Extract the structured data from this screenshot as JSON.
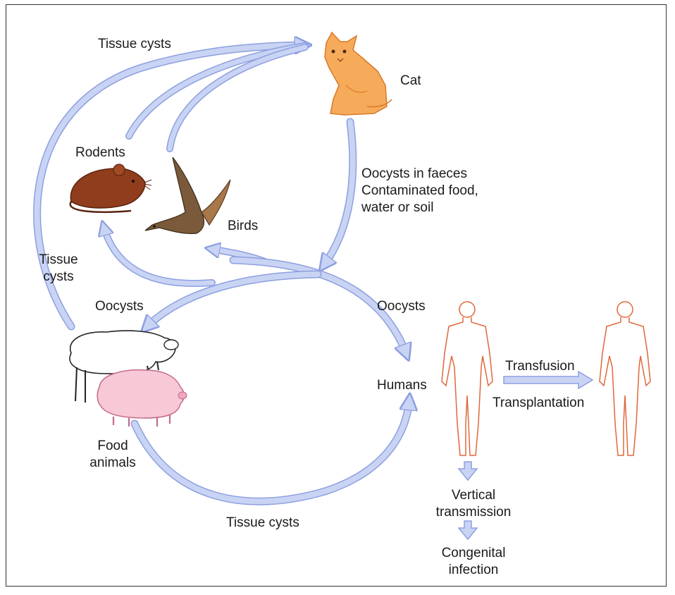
{
  "diagram": {
    "nodes": {
      "cat": "Cat",
      "rodents": "Rodents",
      "birds": "Birds",
      "humans": "Humans",
      "food_animals": [
        "Food",
        "animals"
      ]
    },
    "edges": {
      "tissue_cysts_top": "Tissue cysts",
      "tissue_cysts_left": [
        "Tissue",
        "cysts"
      ],
      "cat_faeces": [
        "Oocysts in faeces",
        "Contaminated food,",
        "water or soil"
      ],
      "oocysts_left": "Oocysts",
      "oocysts_right": "Oocysts",
      "tissue_cysts_bottom": "Tissue cysts",
      "transfusion": "Transfusion",
      "transplantation": "Transplantation",
      "vertical": [
        "Vertical",
        "transmission"
      ],
      "congenital": [
        "Congenital",
        "infection"
      ]
    },
    "colors": {
      "arrow_fill": "#c9d4f4",
      "arrow_stroke": "#8d9fe0",
      "cat": "#f4a04a",
      "rodent": "#8b3a1a",
      "human_outline": "#e0683a",
      "pig": "#f6c6d4",
      "sheep": "#ffffff"
    }
  }
}
